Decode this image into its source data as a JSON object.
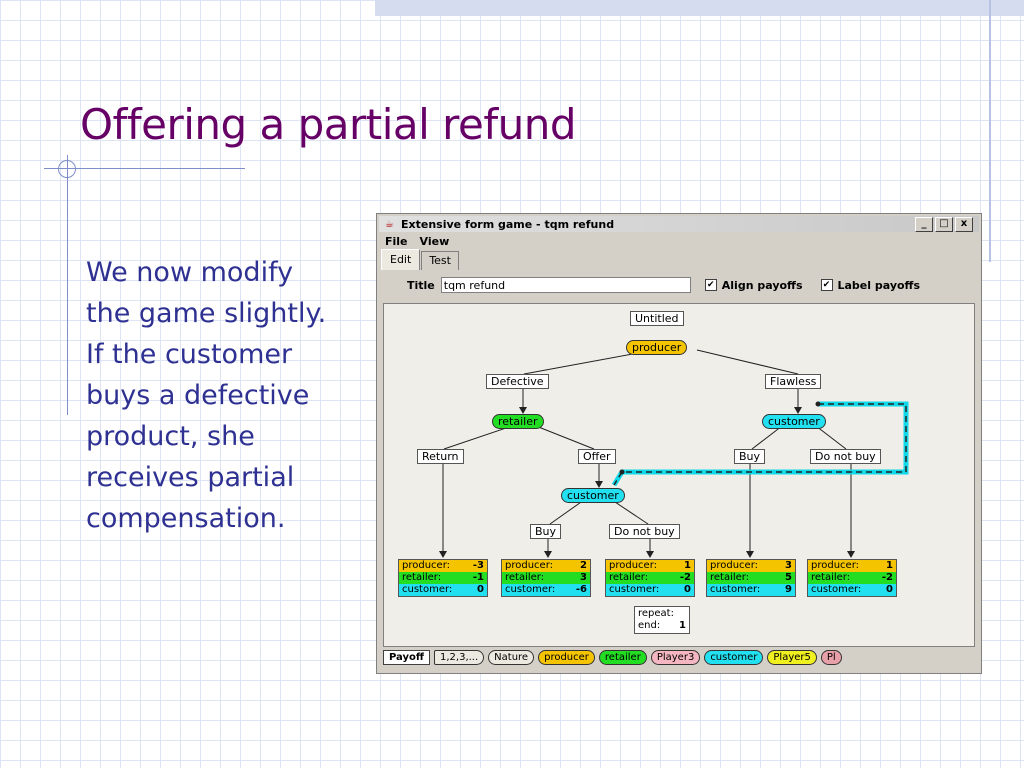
{
  "slide": {
    "title": "Offering a partial refund",
    "body": "We now modify the game slightly. If the customer buys a defective product, she receives partial compensation."
  },
  "window": {
    "title": "Extensive form game - tqm refund",
    "icon": "java-cup-icon",
    "buttons": [
      "_",
      "□",
      "x"
    ]
  },
  "menu": [
    "File",
    "View"
  ],
  "tabs": [
    "Edit",
    "Test"
  ],
  "toolbar": {
    "title_label": "Title",
    "title_value": "tqm refund",
    "align_payoffs": "Align payoffs",
    "label_payoffs": "Label payoffs"
  },
  "tree": {
    "root_label": "Untitled",
    "nodes": {
      "producer": "producer",
      "retailer": "retailer",
      "customer_top": "customer",
      "customer_mid": "customer"
    },
    "moves": {
      "defective": "Defective",
      "flawless": "Flawless",
      "return": "Return",
      "offer": "Offer",
      "buy_top": "Buy",
      "dnb_top": "Do not buy",
      "buy_mid": "Buy",
      "dnb_mid": "Do not buy"
    },
    "payoffs": [
      {
        "producer": "-3",
        "retailer": "-1",
        "customer": "0"
      },
      {
        "producer": "2",
        "retailer": "3",
        "customer": "-6"
      },
      {
        "producer": "1",
        "retailer": "-2",
        "customer": "0"
      },
      {
        "producer": "3",
        "retailer": "5",
        "customer": "9"
      },
      {
        "producer": "1",
        "retailer": "-2",
        "customer": "0"
      }
    ],
    "payoff_labels": {
      "producer": "producer:",
      "retailer": "retailer:",
      "customer": "customer:"
    },
    "repeat": {
      "label1": "repeat:",
      "label2": "end:",
      "end_value": "1"
    }
  },
  "players": [
    "Payoff",
    "1,2,3,...",
    "Nature",
    "producer",
    "retailer",
    "Player3",
    "customer",
    "Player5",
    "Pl"
  ],
  "colors": {
    "producer": "#f5c400",
    "retailer": "#22dd22",
    "customer": "#22e0f0",
    "title": "#660066",
    "body": "#2e3192"
  }
}
